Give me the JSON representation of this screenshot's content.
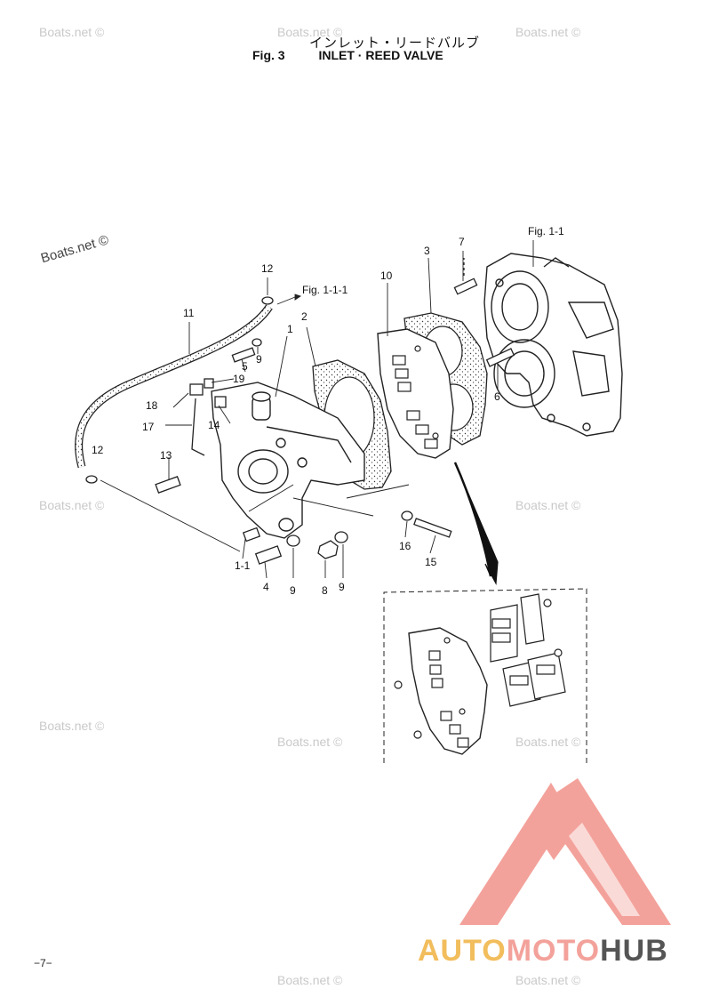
{
  "header": {
    "title_jp": "インレット・リードバルブ",
    "fig_label": "Fig. 3",
    "title_en": "INLET · REED VALVE"
  },
  "watermark": "Boats.net ©",
  "callouts": {
    "fig_1_1": "Fig. 1-1",
    "fig_1_1_1": "Fig. 1-1-1"
  },
  "part_numbers": [
    "1",
    "2",
    "3",
    "4",
    "5",
    "6",
    "7",
    "8",
    "9",
    "10",
    "11",
    "12",
    "13",
    "14",
    "15",
    "16",
    "17",
    "18",
    "19",
    "1-1"
  ],
  "footer": {
    "page": "−7−"
  },
  "brand": {
    "part1": "AUTO",
    "part2": "MOTO",
    "part3": "HUB"
  },
  "colors": {
    "logo_red": "#f3a29b",
    "logo_yellow": "#f2bd5c",
    "logo_gray": "#555555"
  }
}
